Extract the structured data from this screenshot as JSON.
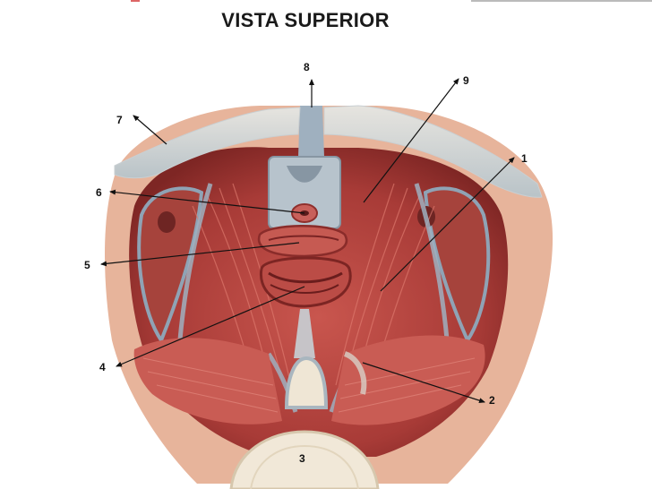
{
  "title": "VISTA SUPERIOR",
  "colors": {
    "muscle": "#c24a45",
    "muscle_dark": "#9a2e2c",
    "fascia": "#9fb0bf",
    "bone": "#efe3cf",
    "skin": "#e9b89e"
  },
  "labels": {
    "l1": "1",
    "l2": "2",
    "l3": "3",
    "l4": "4",
    "l5": "5",
    "l6": "6",
    "l7": "7",
    "l8": "8",
    "l9": "9"
  }
}
